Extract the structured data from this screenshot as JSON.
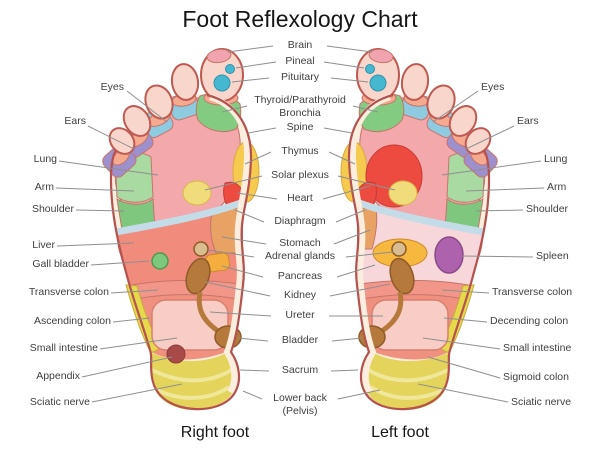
{
  "title": "Foot Reflexology Chart",
  "feet_captions": {
    "right": "Right foot",
    "left": "Left foot"
  },
  "labels": {
    "center": [
      "Brain",
      "Pineal",
      "Pituitary",
      "Thyroid/Parathyroid\nBronchia",
      "Spine",
      "Thymus",
      "Solar plexus",
      "Heart",
      "Diaphragm",
      "Stomach",
      "Adrenal glands",
      "Pancreas",
      "Kidney",
      "Ureter",
      "Bladder",
      "Sacrum",
      "Lower back\n(Pelvis)"
    ],
    "left": [
      "Eyes",
      "Ears",
      "Lung",
      "Arm",
      "Shoulder",
      "Liver",
      "Gall bladder",
      "Transverse colon",
      "Ascending colon",
      "Small intestine",
      "Appendix",
      "Sciatic nerve"
    ],
    "right": [
      "Eyes",
      "Ears",
      "Lung",
      "Arm",
      "Shoulder",
      "Spleen",
      "Transverse colon",
      "Decending colon",
      "Small intestine",
      "Sigmoid colon",
      "Sciatic nerve"
    ]
  },
  "palette": {
    "skin": "#f9d6cb",
    "outline": "#b5524e",
    "sole_arch": "#fbeedf",
    "brain": "#f2a3b0",
    "pineal_pituitary": "#45b8d0",
    "eyes_zone": "#8fcbe0",
    "ears_zone": "#9d90cd",
    "thyroid_zone": "#83cb80",
    "arm_zone": "#a8daa2",
    "shoulder_zone": "#7fc77f",
    "lung_zone": "#f3a8ab",
    "thymus": "#f6c94f",
    "solar_plexus": "#f0dc7a",
    "heart": "#ee4b40",
    "diaphragm": "#c3dce8",
    "stomach": "#e8a264",
    "liver": "#f18c7c",
    "gall_bladder": "#7cc87c",
    "colon_strip": "#e6d94e",
    "transverse_colon": "#f2968a",
    "small_intestine": "#f8cdc5",
    "appendix": "#a84b48",
    "kidney_urinary": "#b5793b",
    "adrenal": "#d9bc90",
    "pancreas": "#f5ae3d",
    "spleen": "#ae62ae",
    "heel": "#e4d45c",
    "label_text": "#3f3f3f",
    "leader_line": "#8f8f8f"
  }
}
